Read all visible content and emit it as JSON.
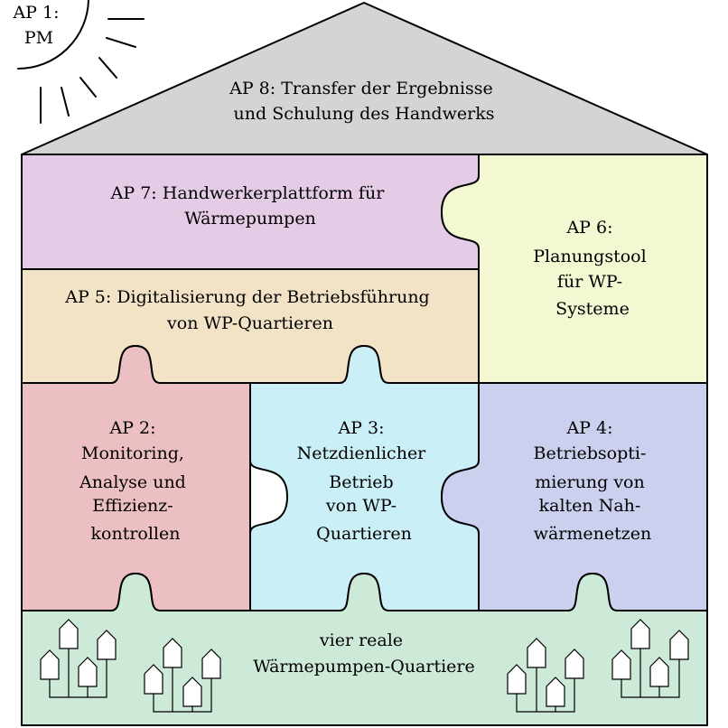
{
  "colors": {
    "roof": "#d4d4d4",
    "ap7": "#e4cce6",
    "ap6": "#f3f7d2",
    "ap5": "#f2e2c6",
    "ap2": "#ecc0c2",
    "ap3": "#cbeff7",
    "ap4": "#ccd0ef",
    "foundation": "#cde9d8"
  },
  "sun": {
    "label": [
      "AP 1:",
      "PM"
    ]
  },
  "roof": {
    "label": [
      "AP 8: Transfer der Ergebnisse",
      "und Schulung des Handwerks"
    ]
  },
  "ap7": {
    "label": [
      "AP 7: Handwerkerplattform für",
      "Wärmepumpen"
    ]
  },
  "ap6": {
    "label": [
      "AP 6:",
      "Planungstool",
      "für WP-",
      "Systeme"
    ]
  },
  "ap5": {
    "label": [
      "AP 5: Digitalisierung der Betriebsführung",
      "von WP-Quartieren"
    ]
  },
  "ap2": {
    "label": [
      "AP 2:",
      "Monitoring,",
      "Analyse und",
      "Effizienz-",
      "kontrollen"
    ]
  },
  "ap3": {
    "label": [
      "AP 3:",
      "Netzdienlicher",
      "Betrieb",
      "von WP-",
      "Quartieren"
    ]
  },
  "ap4": {
    "label": [
      "AP 4:",
      "Betriebsopti-",
      "mierung von",
      "kalten Nah-",
      "wärmenetzen"
    ]
  },
  "foundation": {
    "label": [
      "vier reale",
      "Wärmepumpen-Quartiere"
    ]
  },
  "quarter_icons": [
    "house-cluster-icon",
    "house-cluster-icon",
    "house-cluster-icon",
    "house-cluster-icon"
  ]
}
